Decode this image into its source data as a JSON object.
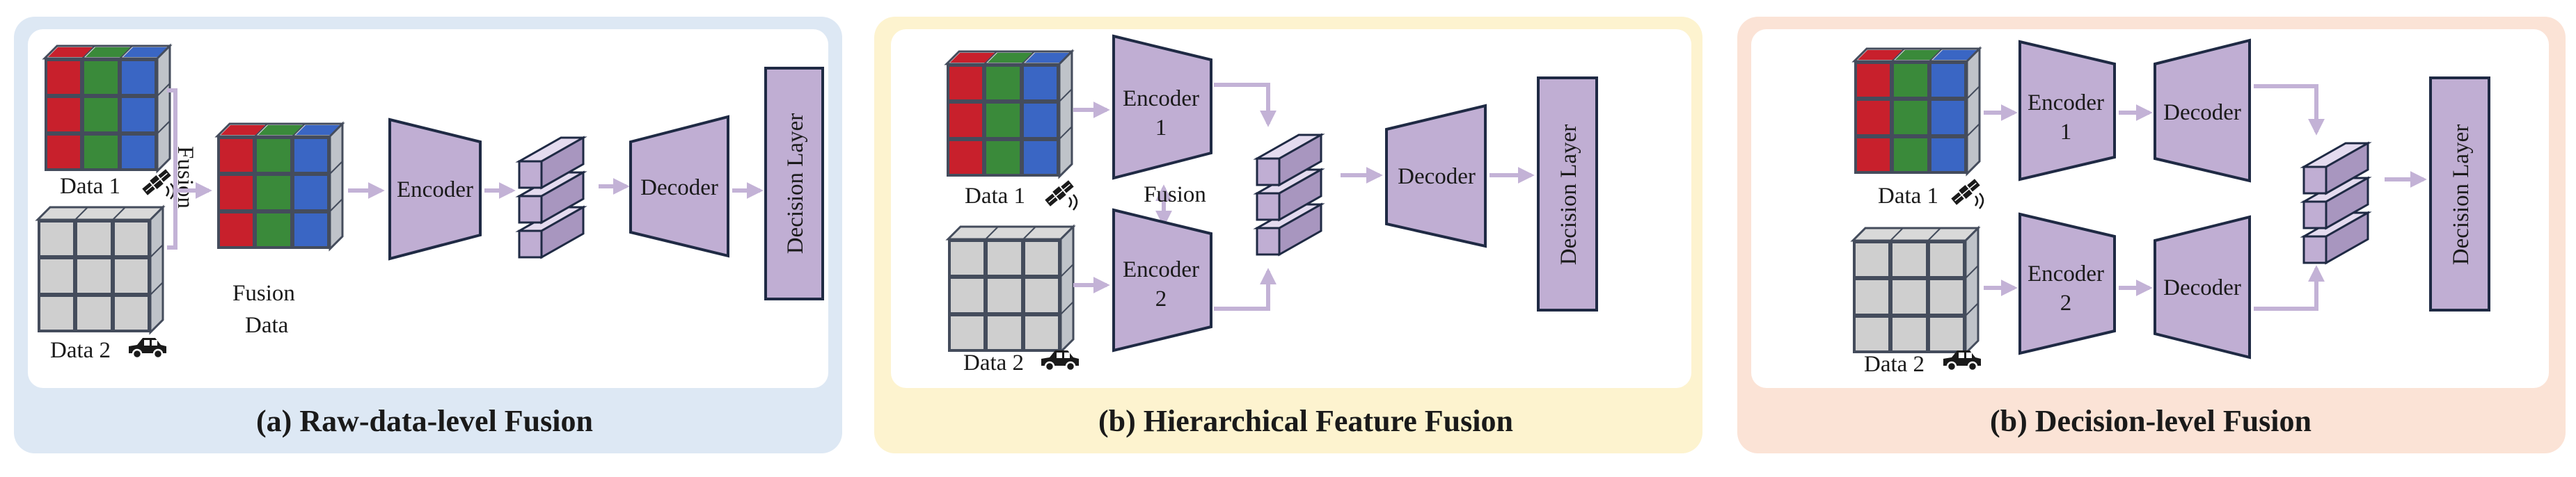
{
  "colors": {
    "panel_a_bg": "#dde8f4",
    "panel_b_bg": "#fdf3cf",
    "panel_c_bg": "#fbe3d6",
    "block_fill": "#c0aed3",
    "block_stroke": "#1f2a44",
    "arrow": "#c3b2d6",
    "cube_red": "#c8202c",
    "cube_green": "#3a8a3a",
    "cube_blue": "#3a66c4",
    "cube_gray": "#cfcfcf"
  },
  "panels": [
    {
      "title": "(a) Raw-data-level Fusion",
      "data1_label": "Data 1",
      "data2_label": "Data 2",
      "fusion_label": "Fusion",
      "fusion_data_label_line1": "Fusion",
      "fusion_data_label_line2": "Data",
      "encoder_label": "Encoder",
      "decoder_label": "Decoder",
      "decision_label": "Decision Layer"
    },
    {
      "title": "(b) Hierarchical Feature Fusion",
      "data1_label": "Data 1",
      "data2_label": "Data 2",
      "fusion_label": "Fusion",
      "encoder1_line1": "Encoder",
      "encoder1_line2": "1",
      "encoder2_line1": "Encoder",
      "encoder2_line2": "2",
      "decoder_label": "Decoder",
      "decision_label": "Decision Layer"
    },
    {
      "title": "(b) Decision-level Fusion",
      "data1_label": "Data 1",
      "data2_label": "Data 2",
      "encoder1_line1": "Encoder",
      "encoder1_line2": "1",
      "encoder2_line1": "Encoder",
      "encoder2_line2": "2",
      "decoder1_label": "Decoder",
      "decoder2_label": "Decoder",
      "decision_label": "Decision Layer"
    }
  ],
  "icons": {
    "satellite": "satellite-icon",
    "car": "car-icon"
  }
}
